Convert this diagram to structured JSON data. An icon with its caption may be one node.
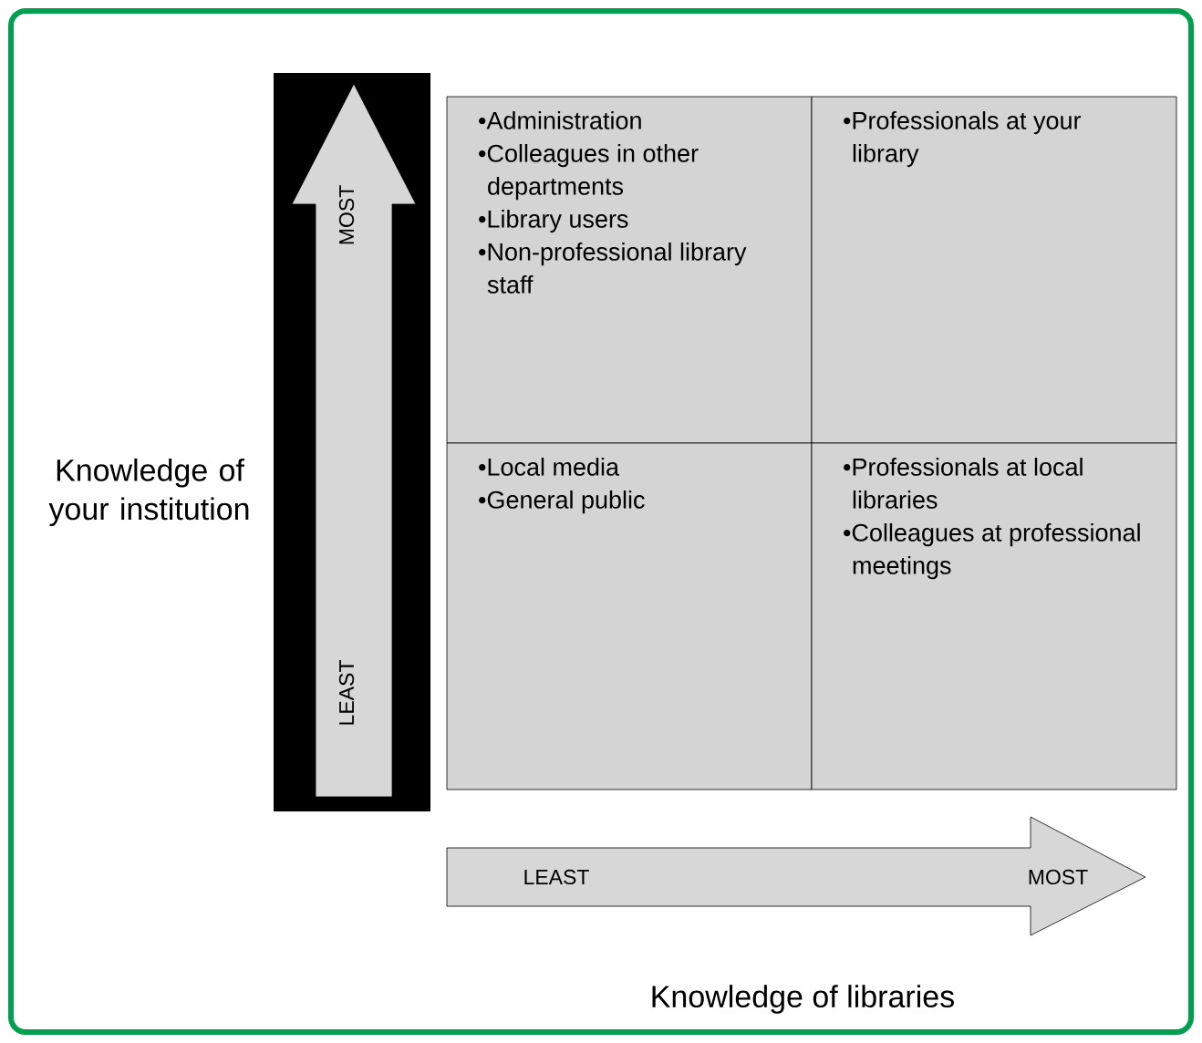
{
  "diagram": {
    "nodes": [
      {
        "text": [
          "•Administration",
          "•Colleagues in other departments",
          "•Library users",
          "•Non-professional library staff"
        ]
      },
      {
        "text": [
          "•Professionals at your library"
        ]
      },
      {
        "text": [
          "•Local media",
          "•General public"
        ]
      },
      {
        "text": [
          "•Professionals at local libraries",
          "•Colleagues at professional meetings"
        ]
      }
    ],
    "edges": [],
    "labels": [
      "MOST",
      "LEAST",
      "Knowledge of your institution",
      "LEAST",
      "MOST",
      "Knowledge of libraries"
    ]
  }
}
